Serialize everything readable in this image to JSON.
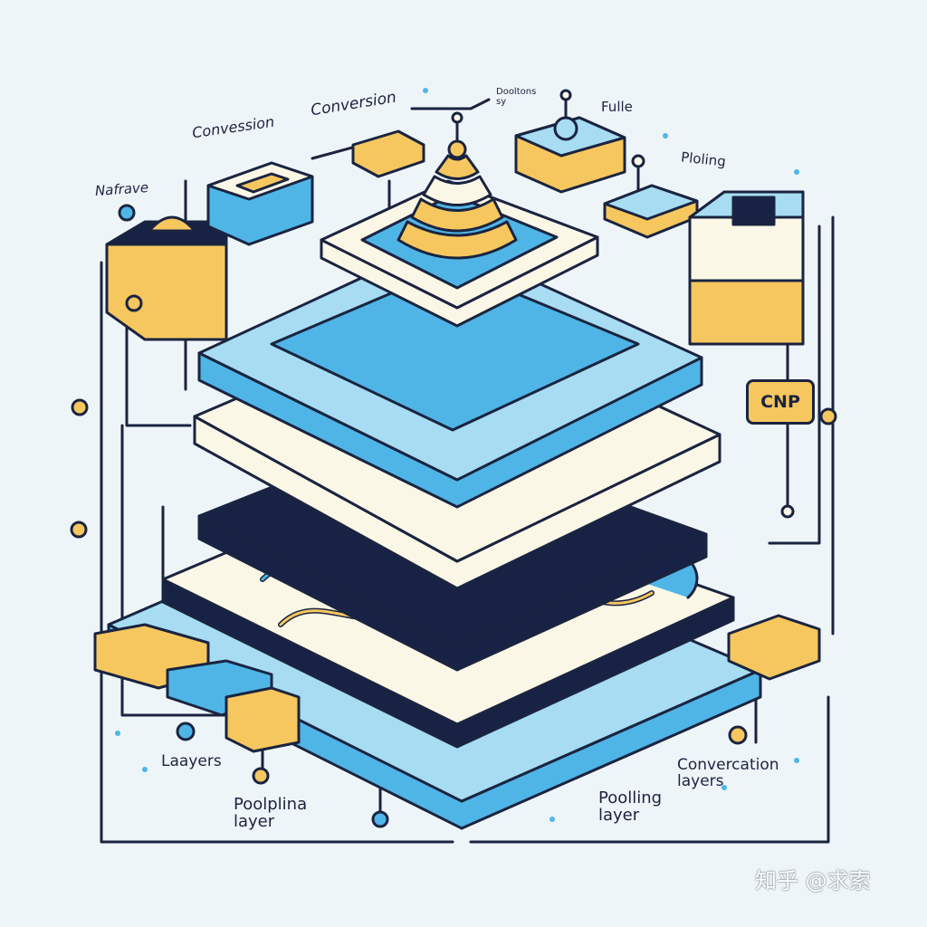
{
  "labels": {
    "nafrave": "Nafrave",
    "conversion_left": "Convession",
    "conversion_top": "Conversion",
    "doptions": "Dooltons\nsy",
    "fully": "Fulle",
    "pooling_top": "Ploling",
    "cnp": "CNP",
    "layers": "Laayers",
    "poolplina_layer": "Poolplina\nlayer",
    "pooling_layer": "Poolling\nlayer",
    "conversation_layers": "Convercation\nlayers"
  },
  "watermark": "知乎 @求索",
  "colors": {
    "background": "#eef5f8",
    "outline": "#1a2440",
    "blue": "#4fb5e6",
    "light_blue": "#a7dcf3",
    "yellow": "#f6c75f",
    "cream": "#fbf7e6",
    "navy": "#182244"
  }
}
